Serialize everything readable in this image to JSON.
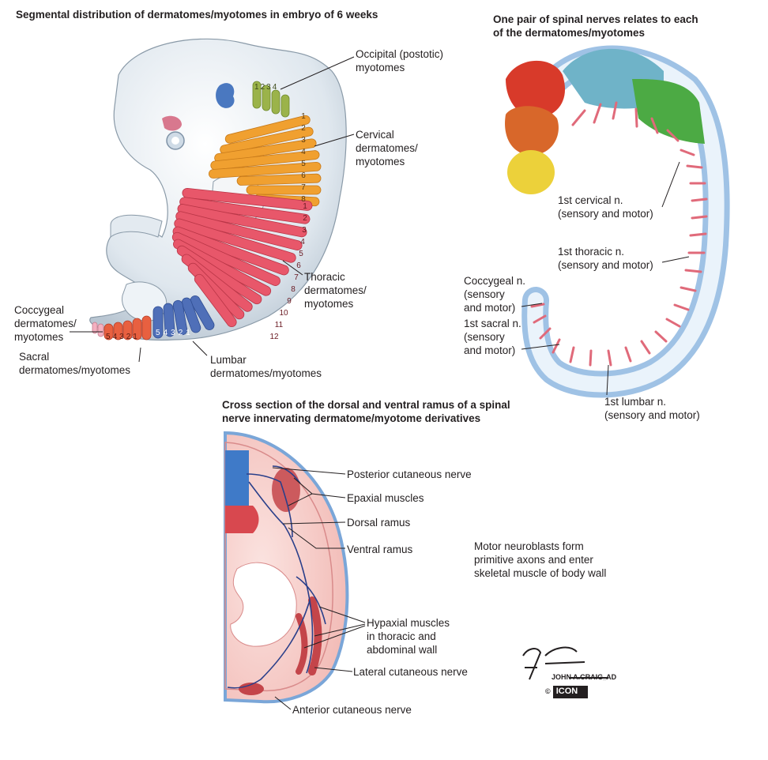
{
  "panel1": {
    "title": "Segmental distribution of dermatomes/myotomes in embryo of 6 weeks",
    "labels": {
      "occipital": [
        "Occipital (postotic)",
        "myotomes"
      ],
      "cervical": [
        "Cervical",
        "dermatomes/",
        "myotomes"
      ],
      "thoracic": [
        "Thoracic",
        "dermatomes/",
        "myotomes"
      ],
      "lumbar": [
        "Lumbar",
        "dermatomes/myotomes"
      ],
      "coccygeal": [
        "Coccygeal",
        "dermatomes/",
        "myotomes"
      ],
      "sacral": [
        "Sacral",
        "dermatomes/myotomes"
      ]
    },
    "segment_numbers": {
      "occipital": [
        "1",
        "2",
        "3",
        "4"
      ],
      "cervical": [
        "1",
        "2",
        "3",
        "4",
        "5",
        "6",
        "7",
        "8"
      ],
      "thoracic": [
        "1",
        "2",
        "3",
        "4",
        "5",
        "6",
        "7",
        "8",
        "9",
        "10",
        "11",
        "12"
      ],
      "lumbar": [
        "1",
        "2",
        "3",
        "4",
        "5"
      ],
      "sacral": [
        "1",
        "2",
        "3",
        "4",
        "5"
      ]
    },
    "colors": {
      "occipital": "#9bb34a",
      "cervical": "#f0a030",
      "thoracic": "#e8576a",
      "lumbar": "#4f6fb8",
      "sacral": "#e86040",
      "coccygeal": "#f4b0c0",
      "embryo": "#dfe7ee"
    }
  },
  "panel2": {
    "title": [
      "One pair of spinal nerves relates to each",
      "of the dermatomes/myotomes"
    ],
    "labels": {
      "cervical_n": [
        "1st cervical n.",
        "(sensory and motor)"
      ],
      "thoracic_n": [
        "1st thoracic n.",
        "(sensory and motor)"
      ],
      "coccygeal_n": [
        "Coccygeal n.",
        "(sensory",
        "and motor)"
      ],
      "sacral_n": [
        "1st sacral n.",
        "(sensory",
        "and motor)"
      ],
      "lumbar_n": [
        "1st lumbar n.",
        "(sensory and motor)"
      ]
    }
  },
  "panel3": {
    "title": [
      "Cross section of the dorsal and ventral ramus of a spinal",
      "nerve innervating dermatome/myotome derivatives"
    ],
    "labels": {
      "posterior_cutaneous": "Posterior cutaneous nerve",
      "epaxial": "Epaxial muscles",
      "dorsal_ramus": "Dorsal ramus",
      "ventral_ramus": "Ventral ramus",
      "hypaxial": [
        "Hypaxial muscles",
        "in thoracic and",
        "abdominal wall"
      ],
      "lateral_cutaneous": "Lateral cutaneous nerve",
      "anterior_cutaneous": "Anterior cutaneous nerve"
    },
    "note": [
      "Motor neuroblasts form",
      "primitive axons and enter",
      "skeletal muscle of body wall"
    ]
  },
  "signature": {
    "artist": "F. Netter M.D.",
    "coauthor": "JOHN A.CRAIG",
    "coauthor_suffix": "AD",
    "logo": "ICON"
  }
}
